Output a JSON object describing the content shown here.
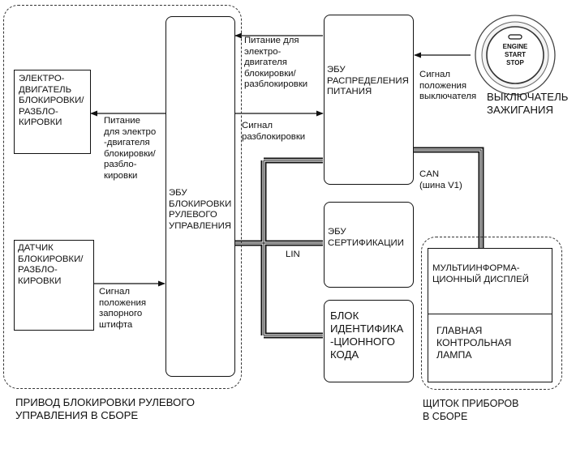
{
  "groups": {
    "steering_lock_assembly": "ПРИВОД БЛОКИРОВКИ РУЛЕВОГО\nУПРАВЛЕНИЯ В СБОРЕ",
    "instrument_cluster": "ЩИТОК ПРИБОРОВ\nВ СБОРЕ"
  },
  "blocks": {
    "lock_motor": "ЭЛЕКТРО-\nДВИГАТЕЛЬ\nБЛОКИРОВКИ/\nРАЗБЛО-\nКИРОВКИ",
    "lock_sensor": "ДАТЧИК\nБЛОКИРОВКИ/\nРАЗБЛО-\nКИРОВКИ",
    "steering_lock_ecu": "ЭБУ\nБЛОКИРОВКИ\nРУЛЕВОГО\nУПРАВЛЕНИЯ",
    "power_distribution_ecu": "ЭБУ\nРАСПРЕДЕЛЕНИЯ\nПИТАНИЯ",
    "certification_ecu": "ЭБУ\nСЕРТИФИКАЦИИ",
    "id_code_box": "БЛОК\nИДЕНТИФИКА\n-ЦИОННОГО\nКОДА",
    "multi_info_display": "МУЛЬТИИНФОРМА-\nЦИОННЫЙ ДИСПЛЕЙ",
    "master_warning": "ГЛАВНАЯ\nКОНТРОЛЬНАЯ\nЛАМПА"
  },
  "ignition_switch": {
    "label": "ВЫКЛЮЧАТЕЛЬ\nЗАЖИГАНИЯ",
    "button_text": "ENGINE\nSTART\nSTOP"
  },
  "signals": {
    "power_to_ecu": "Питание для\nэлектро-\nдвигателя\nблокировки/\nразблокировки",
    "power_to_motor": "Питание\nдля электро\n-двигателя\nблокировки/\nразбло-\nкировки",
    "unlock_signal": "Сигнал\nразблокировки",
    "switch_position": "Сигнал\nположения\nвыключателя",
    "pin_position": "Сигнал\nположения\nзапорного\nштифта",
    "can_bus": "CAN\n(шина V1)",
    "lin_bus": "LIN"
  }
}
